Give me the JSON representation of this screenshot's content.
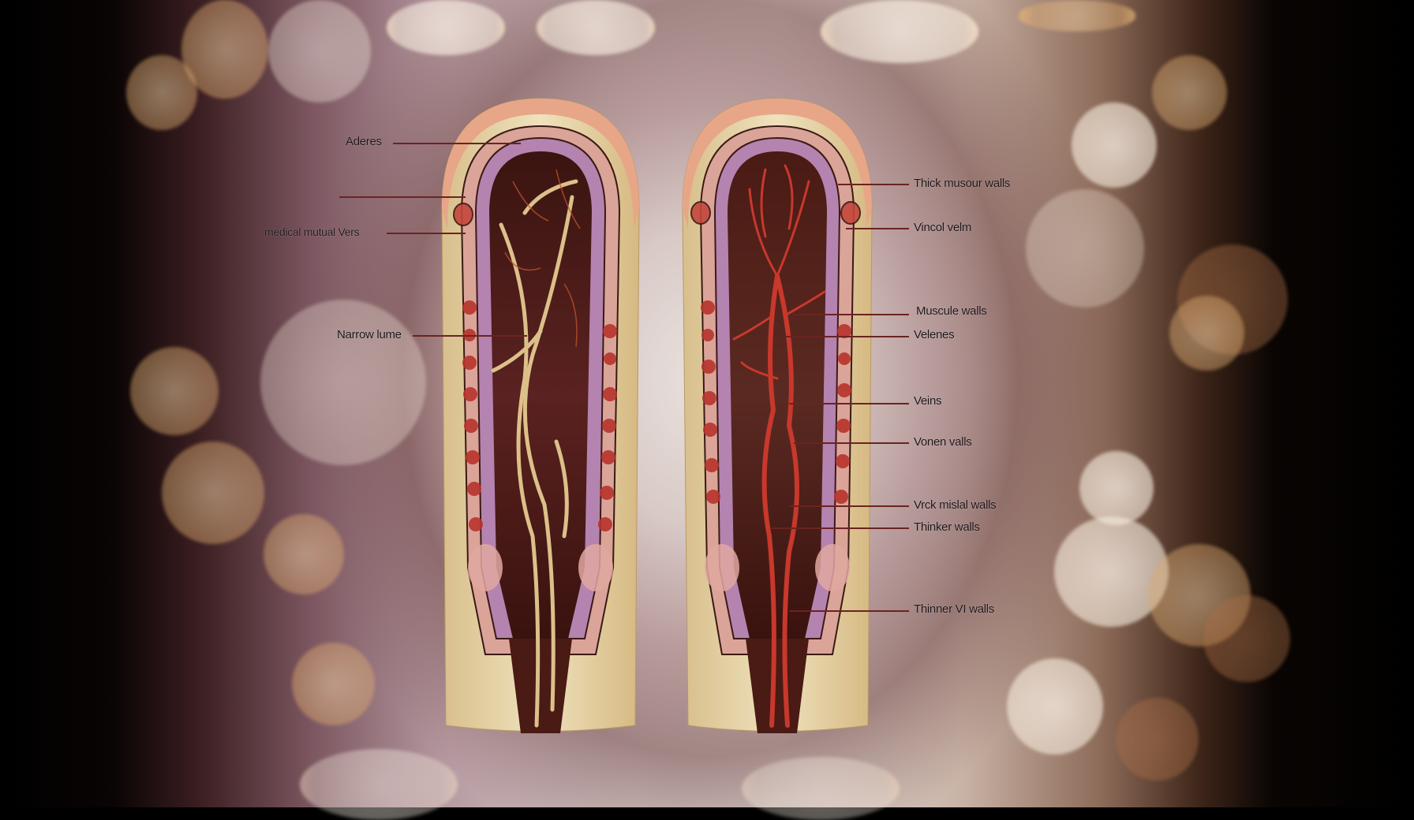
{
  "diagram": {
    "subject": "cross-section comparison of two blood vessels",
    "colors": {
      "outer_layer": "#e8a688",
      "adventitia": "#e6d4a8",
      "media_purple": "#b583b0",
      "muscle_cells": "#c0433a",
      "lumen": "#4a1a14",
      "left_vessel_strands": "#dcc08a",
      "right_vessel_strands": "#c8382c",
      "leader_line": "#6a2420",
      "label_text": "#1c1418"
    },
    "left_labels": [
      {
        "text": "Aderes"
      },
      {
        "text": ""
      },
      {
        "text": "medical mutual Vers"
      },
      {
        "text": "Narrow lume"
      }
    ],
    "right_labels": [
      {
        "text": "Thick musour walls"
      },
      {
        "text": "Vincol velm"
      },
      {
        "text": "Muscule walls"
      },
      {
        "text": "Velenes"
      },
      {
        "text": "Veins"
      },
      {
        "text": "Vonen valls"
      },
      {
        "text": "Vrck mislal walls"
      },
      {
        "text": "Thinker walls"
      },
      {
        "text": "Thinner VI walls"
      }
    ]
  }
}
